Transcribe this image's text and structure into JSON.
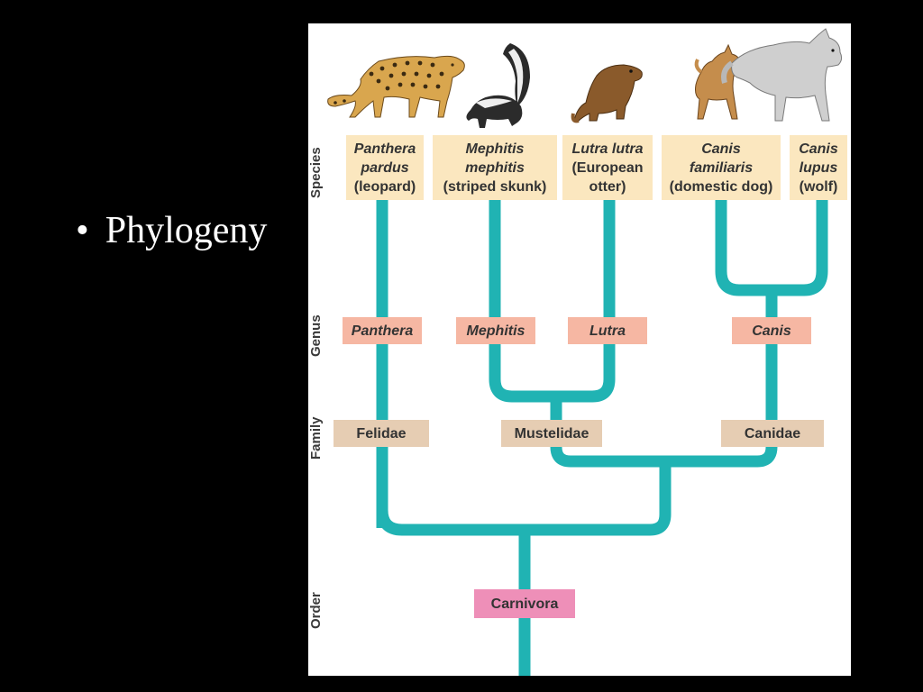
{
  "slide": {
    "bullet": "•",
    "text": "Phylogeny"
  },
  "ranks": {
    "species": "Species",
    "genus": "Genus",
    "family": "Family",
    "order": "Order"
  },
  "species": [
    {
      "sci": [
        "Panthera",
        "pardus"
      ],
      "common": "(leopard)"
    },
    {
      "sci": [
        "Mephitis",
        "mephitis"
      ],
      "common": "(striped skunk)"
    },
    {
      "sci": [
        "Lutra lutra"
      ],
      "common_lines": [
        "(European",
        "otter)"
      ]
    },
    {
      "sci": [
        "Canis",
        "familiaris"
      ],
      "common": "(domestic dog)"
    },
    {
      "sci": [
        "Canis",
        "lupus"
      ],
      "common": "(wolf)"
    }
  ],
  "genus": [
    "Panthera",
    "Mephitis",
    "Lutra",
    "Canis"
  ],
  "family": [
    "Felidae",
    "Mustelidae",
    "Canidae"
  ],
  "order": "Carnivora",
  "colors": {
    "branch": "#20b3b3",
    "species_box": "#fbe7bf",
    "genus_box": "#f6b7a3",
    "family_box": "#e6cdb3",
    "order_box": "#ee8fb8"
  },
  "illustrations": [
    "leopard-illustration",
    "skunk-illustration",
    "otter-illustration",
    "dog-illustration",
    "wolf-illustration"
  ]
}
